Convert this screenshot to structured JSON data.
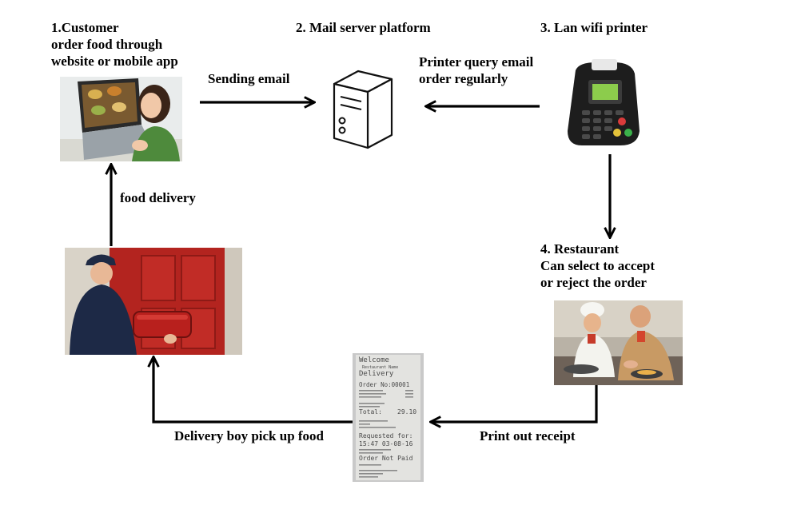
{
  "steps": {
    "customer": "1.Customer\norder food through\nwebsite or mobile app",
    "mail_server": "2. Mail server platform",
    "printer": "3. Lan wifi printer",
    "restaurant": "4. Restaurant\nCan select to accept\nor reject the order"
  },
  "flows": {
    "sending_email": "Sending email",
    "printer_query": "Printer query email\norder regularly",
    "food_delivery": "food delivery",
    "print_receipt": "Print out receipt",
    "delivery_pickup": "Delivery boy pick up food"
  },
  "icons": {
    "customer": "woman-laptop-photo",
    "server": "server-tower-icon",
    "printer": "handheld-wifi-printer",
    "restaurant": "chefs-cooking-photo",
    "receipt": "printed-receipt",
    "delivery": "pizza-delivery-photo"
  },
  "receipt": {
    "welcome": "Welcome",
    "restaurant_line": "Restaurant Name",
    "delivery": "Delivery",
    "order_no": "Order No:00001",
    "total_label": "Total:",
    "total_value": "29.10",
    "requested": "Requested for:",
    "time": "15:47 03-08-16",
    "order_status": "Order Not Paid"
  }
}
